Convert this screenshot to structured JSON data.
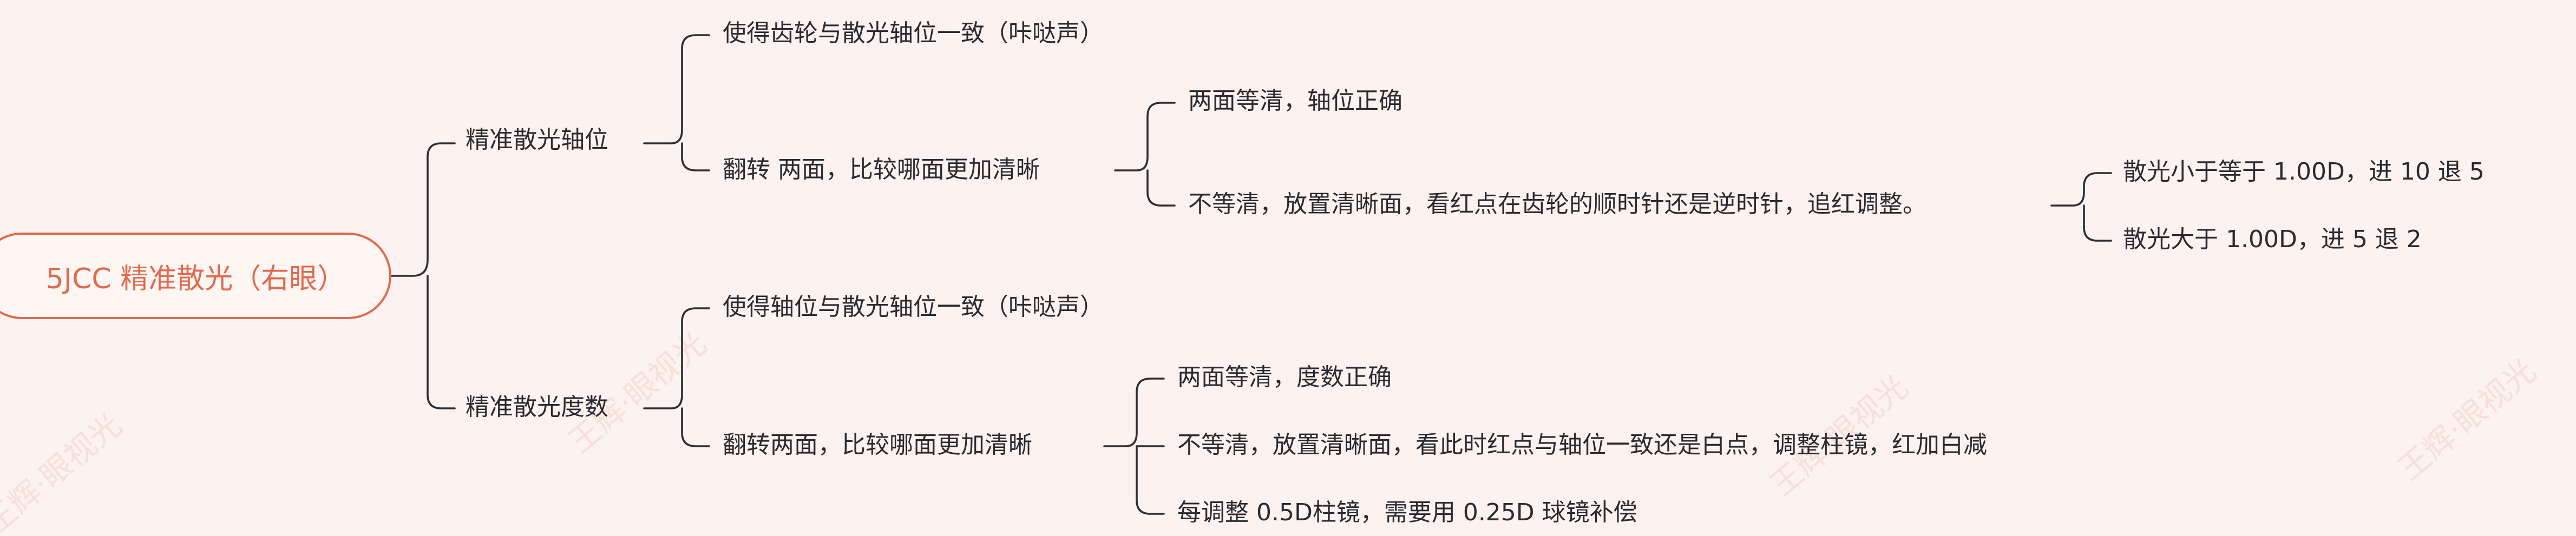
{
  "mindmap": {
    "root": "5JCC 精准散光（右眼）",
    "axis": {
      "label": "精准散光轴位",
      "step1": "使得齿轮与散光轴位一致（咔哒声）",
      "step2": "翻转 两面，比较哪面更加清晰",
      "equal": "两面等清，轴位正确",
      "unequal": "不等清，放置清晰面，看红点在齿轮的顺时针还是逆时针，追红调整。",
      "small": "散光小于等于 1.00D，进 10 退 5",
      "large": "散光大于 1.00D，进 5 退 2"
    },
    "power": {
      "label": "精准散光度数",
      "step1": "使得轴位与散光轴位一致（咔哒声）",
      "step2": "翻转两面，比较哪面更加清晰",
      "equal": "两面等清，度数正确",
      "unequal": "不等清，放置清晰面，看此时红点与轴位一致还是白点，调整柱镜，红加白减",
      "compensate": "每调整 0.5D柱镜，需要用 0.25D 球镜补偿"
    }
  },
  "watermark": "王辉·眼视光",
  "colors": {
    "background": "#fcf2ef",
    "accent": "#e0694e",
    "line": "#2f2f35",
    "text": "#2a2a30"
  }
}
